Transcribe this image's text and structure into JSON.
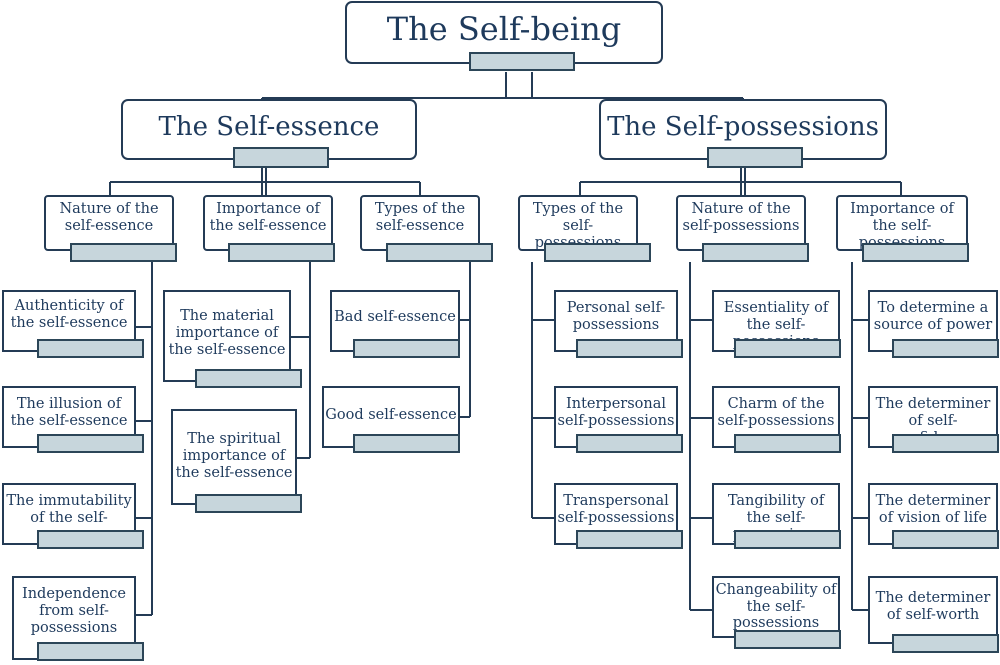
{
  "diagram": {
    "root": "The Self-being",
    "essence": {
      "title": "The Self-essence",
      "nature": {
        "title": "Nature of the self-essence",
        "items": [
          "Authenticity of the self-essence",
          "The illusion of the self-essence",
          "The immutability of the self-essence",
          "Independence from self-possessions"
        ]
      },
      "importance": {
        "title": "Importance of the self-essence",
        "items": [
          "The material importance of the self-essence",
          "The spiritual importance of the self-essence"
        ]
      },
      "types": {
        "title": "Types of the self-essence",
        "items": [
          "Bad self-essence",
          "Good self-essence"
        ]
      }
    },
    "possessions": {
      "title": "The Self-possessions",
      "types": {
        "title": "Types of the self-possessions",
        "items": [
          "Personal self-possessions",
          "Interpersonal self-possessions",
          "Transpersonal self-possessions"
        ]
      },
      "nature": {
        "title": "Nature of the self-possessions",
        "items": [
          "Essentiality of the self-possessions",
          "Charm of the self-possessions",
          "Tangibility of the self-possessions",
          "Changeability of the self-possessions"
        ]
      },
      "importance": {
        "title": "Importance of the self-possessions",
        "items": [
          "To determine a source of power",
          "The determiner of self- confidence",
          "The determiner of vision of life",
          "The determiner of self-worth"
        ]
      }
    }
  }
}
